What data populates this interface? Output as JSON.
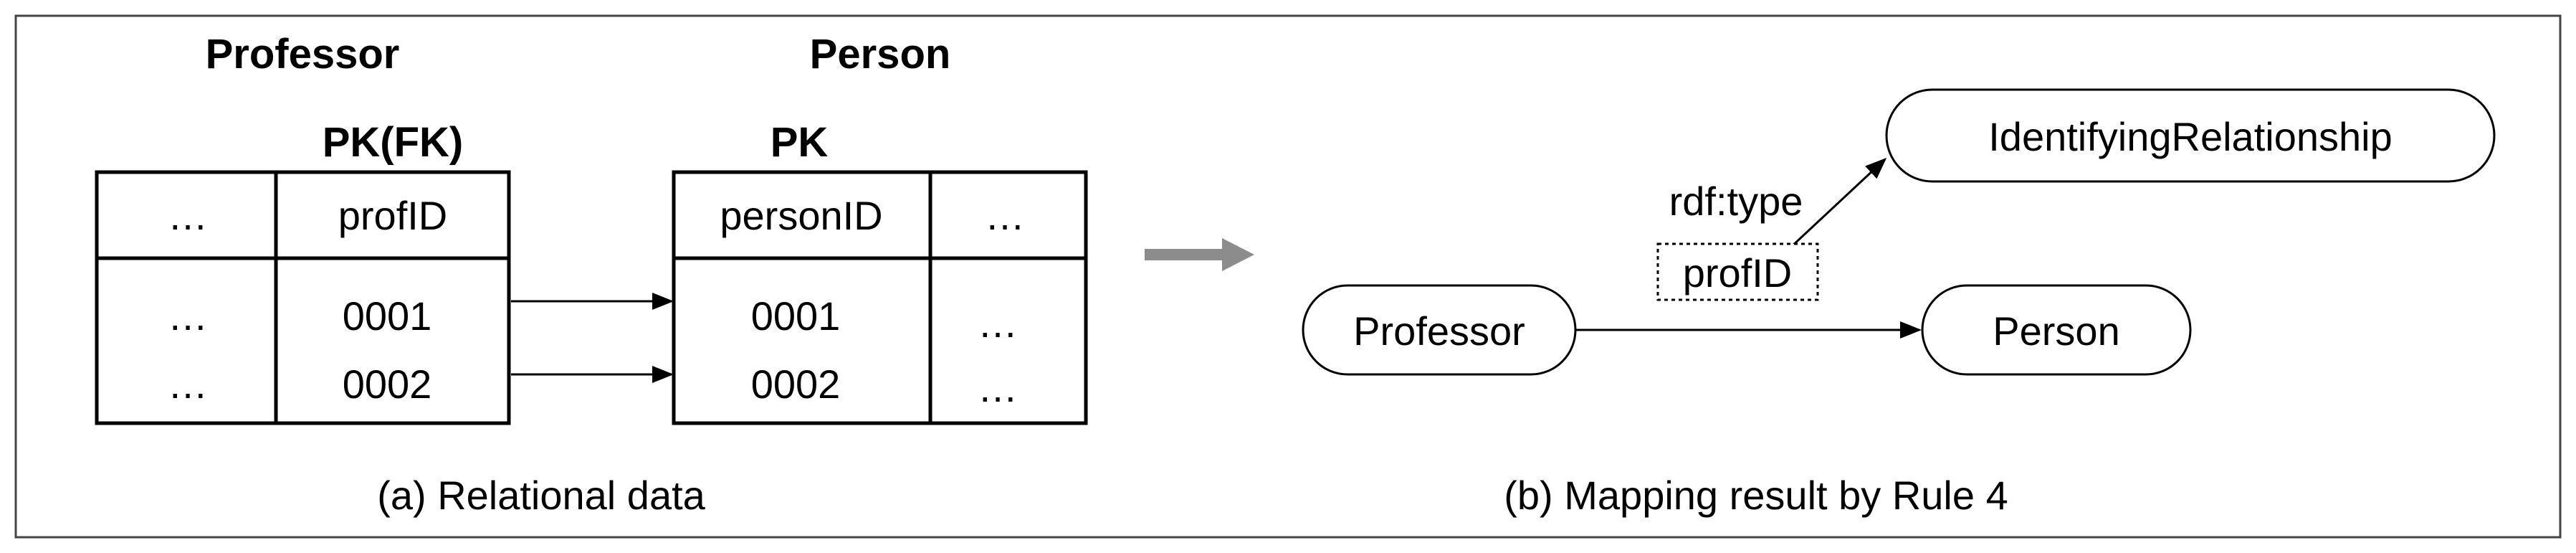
{
  "left_panel": {
    "professor_table_title": "Professor",
    "person_table_title": "Person",
    "professor_key_label": "PK(FK)",
    "person_key_label": "PK",
    "professor_table": {
      "header": [
        "…",
        "profID"
      ],
      "rows": [
        [
          "…",
          "0001"
        ],
        [
          "…",
          "0002"
        ]
      ]
    },
    "person_table": {
      "header": [
        "personID",
        "…"
      ],
      "rows": [
        [
          "0001",
          "…"
        ],
        [
          "0002",
          "…"
        ]
      ]
    },
    "caption": "(a) Relational data"
  },
  "right_panel": {
    "nodes": {
      "professor": "Professor",
      "person": "Person",
      "identifying": "IdentifyingRelationship"
    },
    "edge_type_label": "rdf:type",
    "edge_property_label": "profID",
    "caption": "(b) Mapping result by Rule 4"
  }
}
